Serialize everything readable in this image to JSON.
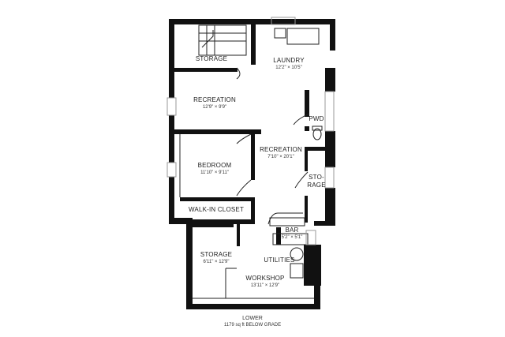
{
  "floor": {
    "name": "LOWER",
    "area": "1179 sq ft BELOW GRADE"
  },
  "rooms": {
    "storage_top": {
      "name": "STORAGE"
    },
    "laundry": {
      "name": "LAUNDRY",
      "dims": "12'2\" × 10'5\""
    },
    "recreation_left": {
      "name": "RECREATION",
      "dims": "12'9\" × 9'9\""
    },
    "pwd": {
      "name": "PWD"
    },
    "bedroom": {
      "name": "BEDROOM",
      "dims": "11'10\" × 9'11\""
    },
    "recreation_center": {
      "name": "RECREATION",
      "dims": "7'10\" × 20'1\""
    },
    "storage_right": {
      "name_line1": "STO-",
      "name_line2": "RAGE"
    },
    "walk_in_closet": {
      "name": "WALK-IN CLOSET"
    },
    "bar": {
      "name": "BAR",
      "dims": "5'2\" × 5'1\""
    },
    "storage_bottom": {
      "name": "STORAGE",
      "dims": "6'11\" × 12'9\""
    },
    "utilities": {
      "name": "UTILITIES"
    },
    "workshop": {
      "name": "WORKSHOP",
      "dims": "13'11\" × 12'9\""
    }
  },
  "colors": {
    "wall": "#111111",
    "line": "#222222",
    "window": "#999999"
  }
}
